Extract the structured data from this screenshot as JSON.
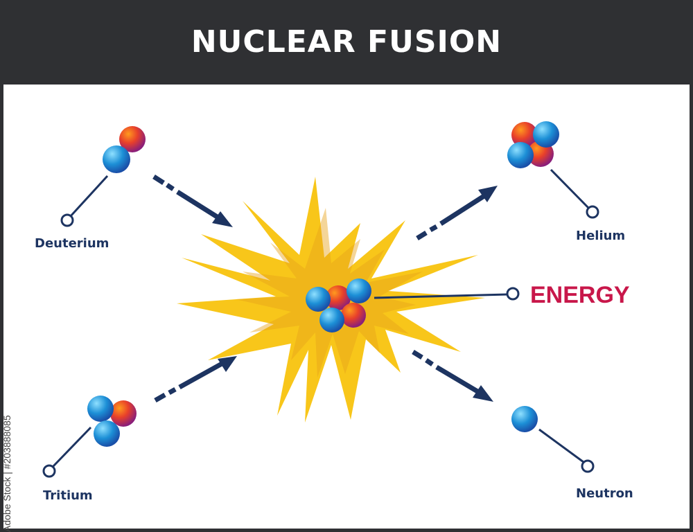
{
  "title": "NUCLEAR FUSION",
  "labels": {
    "deuterium": "Deuterium",
    "tritium": "Tritium",
    "helium": "Helium",
    "neutron": "Neutron",
    "energy": "ENERGY"
  },
  "watermark": "Adobe Stock | #203888085",
  "colors": {
    "header": "#2f3033",
    "navy": "#1d3461",
    "energy": "#c8174a",
    "proton": "#d6253f",
    "neutron": "#1c8fd6",
    "burst": "#f8c61a"
  }
}
